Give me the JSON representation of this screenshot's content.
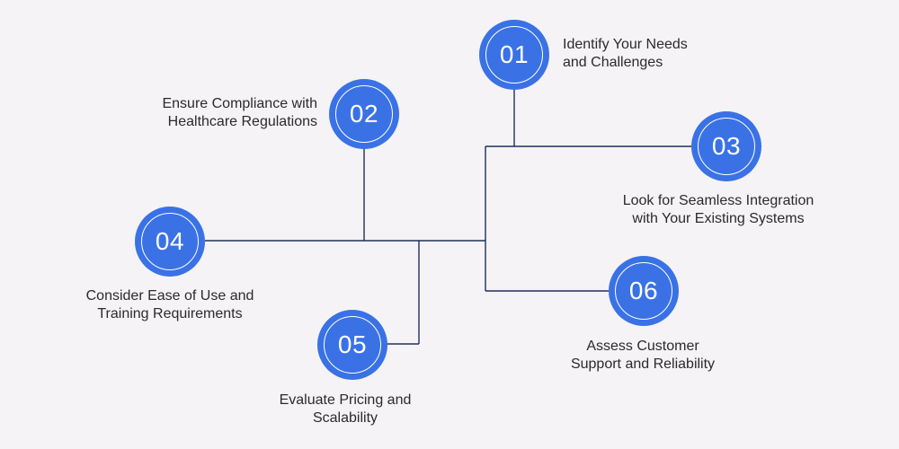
{
  "diagram": {
    "colors": {
      "background": "#f5f3f5",
      "badge": "#3a72e6",
      "badge_ring": "#ffffff",
      "connector": "#1f2f5e",
      "text": "#2b2b2b"
    },
    "steps": [
      {
        "number": "01",
        "label_line1": "Identify Your Needs",
        "label_line2": "and Challenges"
      },
      {
        "number": "02",
        "label_line1": "Ensure Compliance with",
        "label_line2": "Healthcare Regulations"
      },
      {
        "number": "03",
        "label_line1": "Look for Seamless Integration",
        "label_line2": "with Your Existing Systems"
      },
      {
        "number": "04",
        "label_line1": "Consider Ease of Use and",
        "label_line2": "Training Requirements"
      },
      {
        "number": "05",
        "label_line1": "Evaluate Pricing and",
        "label_line2": "Scalability"
      },
      {
        "number": "06",
        "label_line1": "Assess Customer",
        "label_line2": "Support and Reliability"
      }
    ]
  }
}
